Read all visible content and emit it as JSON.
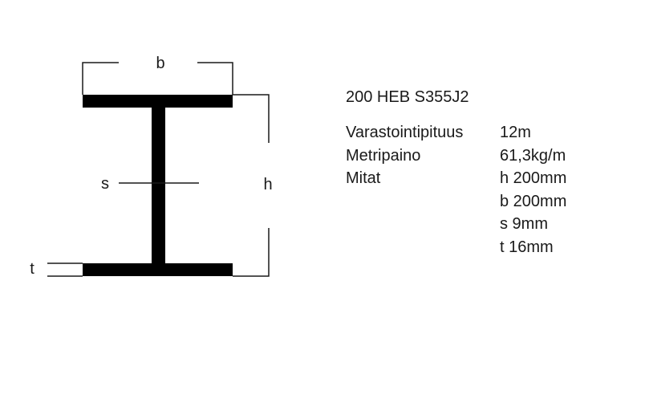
{
  "diagram": {
    "labels": {
      "b": "b",
      "h": "h",
      "s": "s",
      "t": "t"
    },
    "colors": {
      "beam": "#000000",
      "text": "#1a1a1a",
      "background": "#ffffff"
    }
  },
  "info": {
    "title": "200 HEB S355J2",
    "specs": [
      {
        "key": "Varastointipituus",
        "values": [
          "12m"
        ]
      },
      {
        "key": "Metripaino",
        "values": [
          "61,3kg/m"
        ]
      },
      {
        "key": "Mitat",
        "values": [
          "h 200mm",
          "b 200mm",
          "s 9mm",
          "t 16mm"
        ]
      }
    ]
  }
}
